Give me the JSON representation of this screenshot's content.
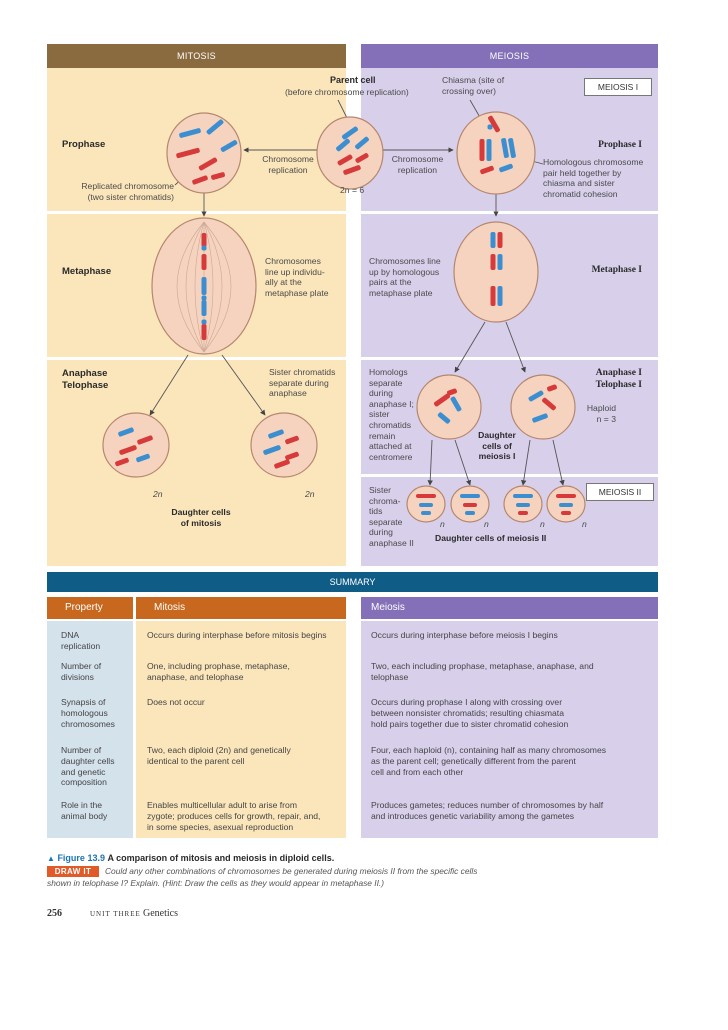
{
  "colors": {
    "mitosis_header": "#8a6a3f",
    "meiosis_header": "#8470b8",
    "mitosis_bg": "#fbe6bb",
    "meiosis_bg": "#d8d0eb",
    "summary_header": "#0f5c87",
    "property_header": "#c8681e",
    "property_bg": "#d4e2ec",
    "chromosome_red": "#d63a3a",
    "chromosome_blue": "#3b8fd0",
    "cell_fill": "#f6d3bf",
    "caption_blue": "#1c74b2"
  },
  "headers": {
    "mitosis": "MITOSIS",
    "meiosis": "MEIOSIS",
    "meiosis_one": "MEIOSIS I",
    "meiosis_two": "MEIOSIS II"
  },
  "diagram": {
    "parent_cell_title": "Parent cell",
    "parent_cell_sub": "(before chromosome replication)",
    "chiasma": "Chiasma (site of\ncrossing over)",
    "chromosome_replication_left": "Chromosome\nreplication",
    "chromosome_replication_right": "Chromosome\nreplication",
    "two_n_six": "2n = 6",
    "replicated_chromosome": "Replicated chromosome\n(two sister chromatids)",
    "homologous_pair": "Homologous chromosome\npair held together by\nchiasma and sister\nchromatid cohesion",
    "mitosis_metaphase_note": "Chromosomes\nline up individu-\nally at the\nmetaphase plate",
    "meiosis_metaphase_note": "Chromosomes line\nup by homologous\npairs at the\nmetaphase plate",
    "sister_separate": "Sister chromatids\nseparate during\nanaphase",
    "homologs_separate": "Homologs\nseparate\nduring\nanaphase I;\nsister\nchromatids\nremain\nattached at\ncentromere",
    "sister_separate_anaphase2": "Sister\nchroma-\ntids\nseparate\nduring\nanaphase II",
    "daughter_cells_meiosis_one": "Daughter\ncells of\nmeiosis I",
    "daughter_cells_mitosis": "Daughter cells\nof mitosis",
    "daughter_cells_meiosis_two": "Daughter cells of meiosis II",
    "haploid": "Haploid\nn = 3",
    "two_n": "2n",
    "n": "n"
  },
  "stages": {
    "prophase": "Prophase",
    "metaphase": "Metaphase",
    "anaphase_telophase": "Anaphase\nTelophase",
    "prophase_one": "Prophase I",
    "metaphase_one": "Metaphase I",
    "anaphase_telophase_one": "Anaphase I\nTelophase I"
  },
  "summary": {
    "title": "SUMMARY",
    "columns": [
      "Property",
      "Mitosis",
      "Meiosis"
    ],
    "rows": [
      {
        "property": "DNA\nreplication",
        "mitosis": "Occurs during interphase before mitosis begins",
        "meiosis": "Occurs during interphase before meiosis I begins"
      },
      {
        "property": "Number of\ndivisions",
        "mitosis": "One, including prophase, metaphase,\nanaphase, and telophase",
        "meiosis": "Two, each including prophase, metaphase, anaphase, and\ntelophase"
      },
      {
        "property": "Synapsis of\nhomologous\nchromosomes",
        "mitosis": "Does not occur",
        "meiosis": "Occurs during prophase I along with crossing over\nbetween nonsister chromatids; resulting chiasmata\nhold pairs together due to sister chromatid cohesion"
      },
      {
        "property": "Number of\ndaughter cells\nand genetic\ncomposition",
        "mitosis": "Two, each diploid (2n) and genetically\nidentical to the parent cell",
        "meiosis": "Four, each haploid (n), containing half as many chromosomes\nas the parent cell; genetically different from the parent\ncell and from each other"
      },
      {
        "property": "Role in the\nanimal body",
        "mitosis": "Enables multicellular adult to arise from\nzygote; produces cells for growth, repair, and,\nin some species, asexual reproduction",
        "meiosis": "Produces gametes; reduces number of chromosomes by half\nand introduces genetic variability among the gametes"
      }
    ]
  },
  "caption": {
    "figure_label": "Figure 13.9",
    "figure_title": "A comparison of mitosis and meiosis in diploid cells.",
    "draw_it_badge": "DRAW IT",
    "draw_it_text": "Could any other combinations of chromosomes be generated during meiosis II from the specific cells\nshown in telophase I? Explain. (Hint: Draw the cells as they would appear in metaphase II.)"
  },
  "footer": {
    "page_number": "256",
    "unit": "UNIT THREE",
    "section": "Genetics"
  }
}
